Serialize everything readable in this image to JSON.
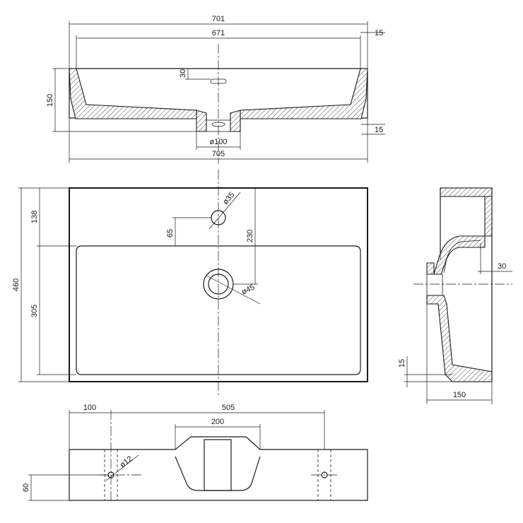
{
  "top_view": {
    "outer_width": "701",
    "inner_width": "671",
    "rim_offset": "15",
    "overflow_height": "30",
    "height": "150",
    "drain_diameter": "ø100",
    "base_width": "705",
    "bottom_offset": "15"
  },
  "plan_view": {
    "total_depth": "460",
    "back_ledge": "138",
    "basin_depth": "305",
    "tap_hole_diameter": "ø35",
    "tap_offset": "65",
    "drain_offset": "230",
    "drain_diameter": "ø45"
  },
  "side_view": {
    "overflow_offset": "30",
    "bottom_thickness": "15",
    "depth": "150"
  },
  "rear_view": {
    "left_offset": "100",
    "fixing_spacing": "505",
    "waste_cutout_width": "200",
    "fixing_hole_diameter": "ø12",
    "fixing_height": "60"
  }
}
